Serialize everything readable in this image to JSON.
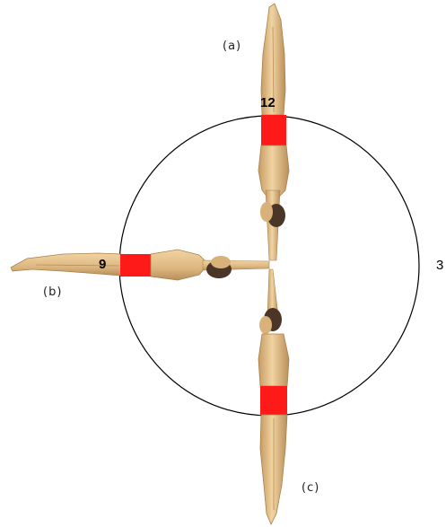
{
  "labels": {
    "a": "(a)",
    "b": "(b)",
    "c": "(c)"
  },
  "clock": {
    "twelve": "12",
    "nine": "9",
    "three": "3"
  },
  "colors": {
    "skin": "#e6c48d",
    "skin_shade": "#b98f5a",
    "trunks": "#ff1a1a",
    "hair": "#4a3526",
    "circle": "#000000"
  }
}
